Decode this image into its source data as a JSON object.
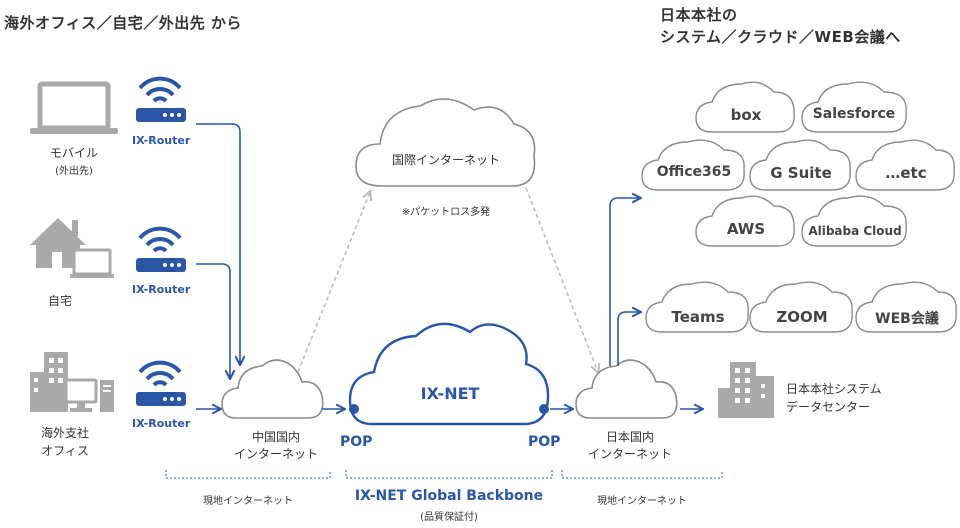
{
  "headings": {
    "left": "海外オフィス／自宅／外出先 から",
    "right_line1": "日本本社の",
    "right_line2": "システム／クラウド／WEB会議へ"
  },
  "devices": {
    "mobile_line1": "モバイル",
    "mobile_line2": "(外出先)",
    "home": "自宅",
    "office_line1": "海外支社",
    "office_line2": "オフィス"
  },
  "router_label": "IX-Router",
  "clouds": {
    "intl": "国際インターネット",
    "intl_note": "※パケットロス多発",
    "ixnet": "IX-NET",
    "china_line1": "中国国内",
    "china_line2": "インターネット",
    "japan_line1": "日本国内",
    "japan_line2": "インターネット"
  },
  "pop_left": "POP",
  "pop_right": "POP",
  "bottom": {
    "local_left": "現地インターネット",
    "backbone": "IX-NET Global Backbone",
    "backbone_sub": "(品質保証付)",
    "local_right": "現地インターネット"
  },
  "hq_line1": "日本本社システム",
  "hq_line2": "データセンター",
  "services": {
    "box": "box",
    "salesforce": "Salesforce",
    "office365": "Office365",
    "gsuite": "G Suite",
    "etc": "…etc",
    "aws": "AWS",
    "alibaba": "Alibaba Cloud",
    "teams": "Teams",
    "zoom": "ZOOM",
    "webconf": "WEB会議"
  },
  "colors": {
    "accent": "#2a56a5",
    "gray_icon": "#a9a9a9",
    "cloud_stroke": "#8c8c8c",
    "dashed": "#bdbdbd"
  }
}
